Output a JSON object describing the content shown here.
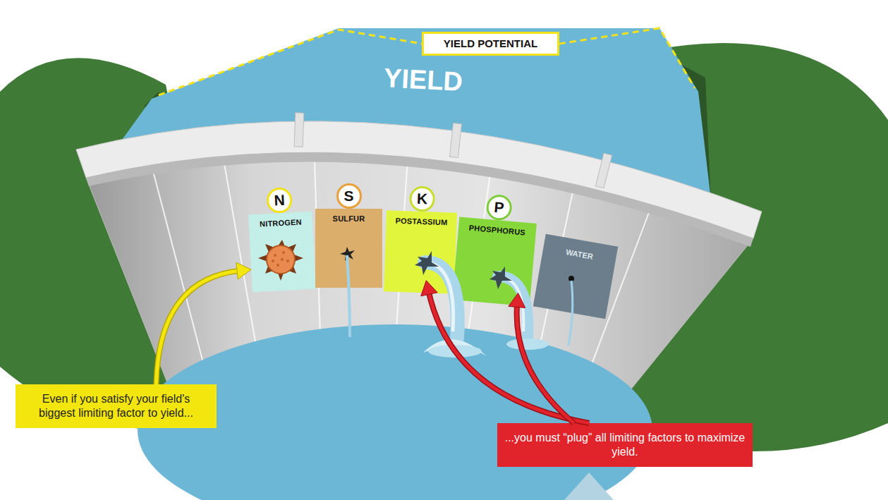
{
  "diagram": {
    "nodes": [
      {
        "text": [
          "YIELD POTENTIAL"
        ]
      },
      {
        "text": [
          "N",
          "NITROGEN"
        ]
      },
      {
        "text": [
          "S",
          "SULFUR"
        ]
      },
      {
        "text": [
          "K",
          "POSTASSIUM"
        ]
      },
      {
        "text": [
          "P",
          "PHOSPHORUS"
        ]
      },
      {
        "text": [
          "WATER"
        ]
      },
      {
        "text": [
          "Even if you satisfy your field's biggest limiting factor to yield..."
        ]
      },
      {
        "text": [
          "...you must “plug” all limiting factors to maximize yield."
        ]
      }
    ],
    "edges": [
      {
        "from": 6,
        "to": 1,
        "arrow": "to"
      },
      {
        "from": 7,
        "to": 3,
        "arrow": "to"
      },
      {
        "from": 7,
        "to": 4,
        "arrow": "to"
      }
    ],
    "labels": [
      "YIELD"
    ]
  }
}
